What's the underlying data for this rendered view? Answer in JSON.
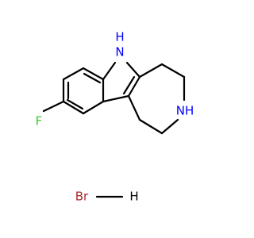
{
  "molecule": {
    "colors": {
      "bond": "#000000",
      "nitrogen": "#0000ff",
      "fluorine": "#33cc33",
      "bromine": "#a62929",
      "hydrogen": "#000000"
    },
    "labels": {
      "indole_nh_n": "N",
      "indole_nh_h": "H",
      "amine_nh": "NH",
      "fluorine": "F",
      "bromine": "Br",
      "hydrogen": "H"
    }
  }
}
